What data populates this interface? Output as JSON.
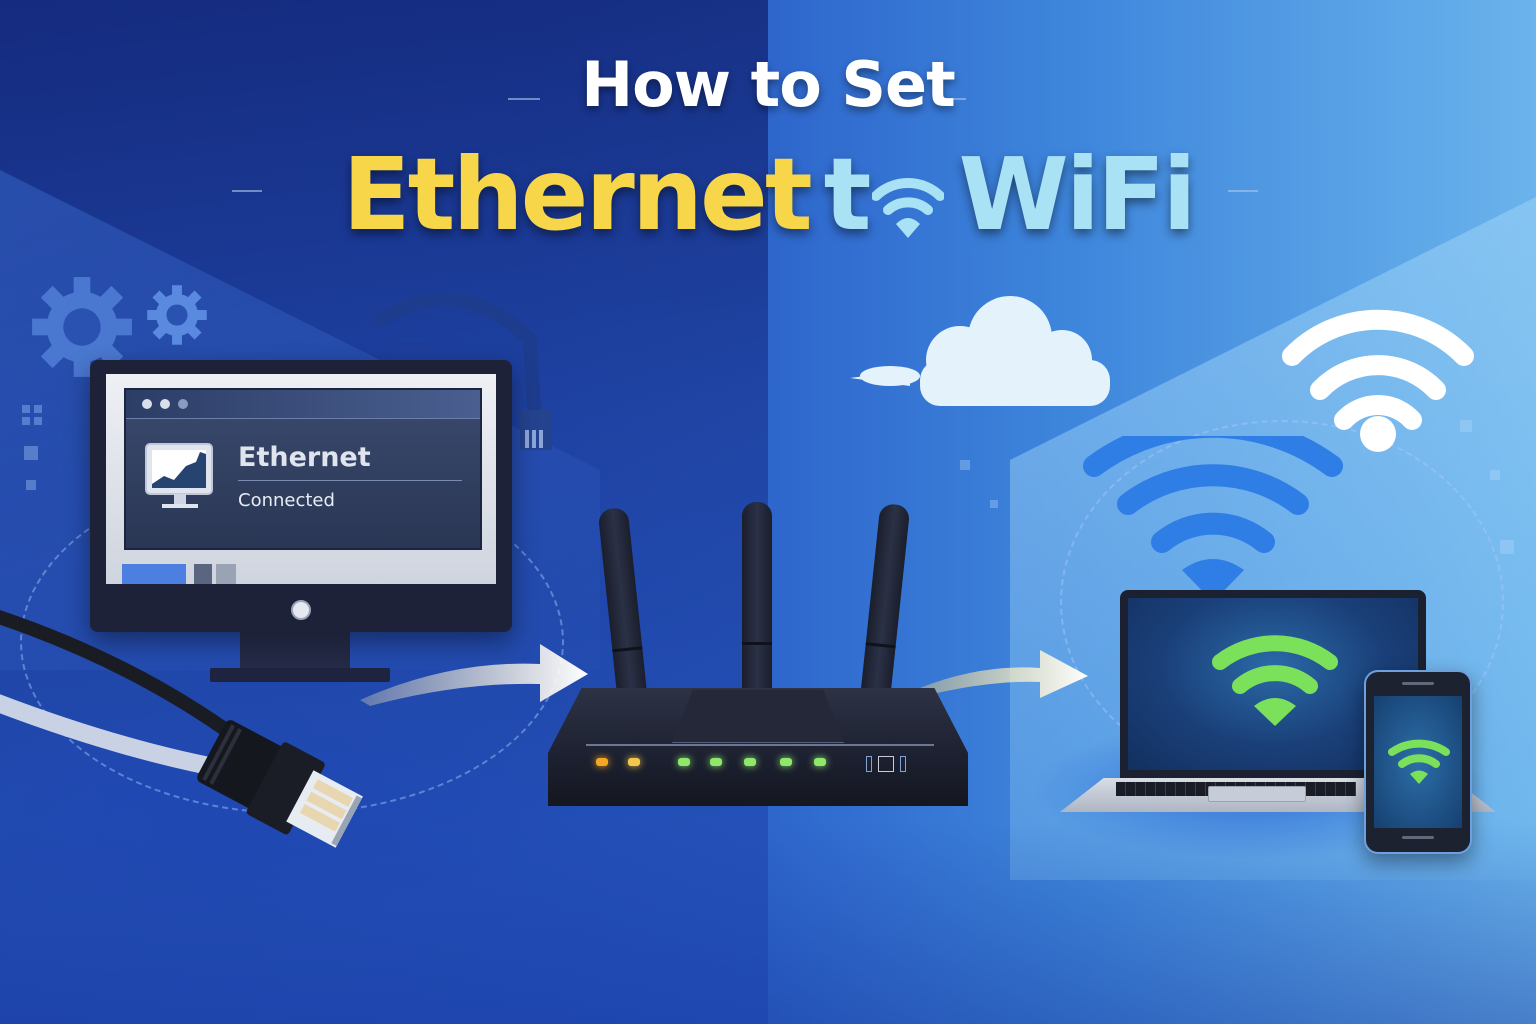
{
  "title": {
    "line1": "How to Set",
    "line2_part1": "Ethernet",
    "line2_part2": "t",
    "line2_part3": "WiFi",
    "colors": {
      "line1": "#ffffff",
      "ethernet": "#f7d64a",
      "wifi": "#a9e1f5"
    }
  },
  "monitor": {
    "window_dots": 3,
    "connection_label": "Ethernet",
    "connection_status": "Connected",
    "icon": "monitor-network-icon"
  },
  "router": {
    "antennas": 3,
    "leds": [
      {
        "color": "#f5a623"
      },
      {
        "color": "#f2c94c"
      },
      {
        "color": "#8ee86a"
      },
      {
        "color": "#8ee86a"
      },
      {
        "color": "#8ee86a"
      },
      {
        "color": "#8ee86a"
      },
      {
        "color": "#8ee86a"
      }
    ]
  },
  "icons": {
    "gears": "gear-icon",
    "cable": "ethernet-cable-icon",
    "cloud": "cloud-icon",
    "wifi_white": "wifi-icon",
    "wifi_blue": "wifi-icon",
    "wifi_green_laptop": "wifi-icon",
    "wifi_green_phone": "wifi-icon",
    "arrows": "arrow-right-icon"
  },
  "palette": {
    "bg_dark": "#13287a",
    "bg_mid": "#2e66cc",
    "bg_light": "#6ab3ec",
    "wifi_blue": "#2f7ee6",
    "wifi_green": "#7be05a"
  }
}
